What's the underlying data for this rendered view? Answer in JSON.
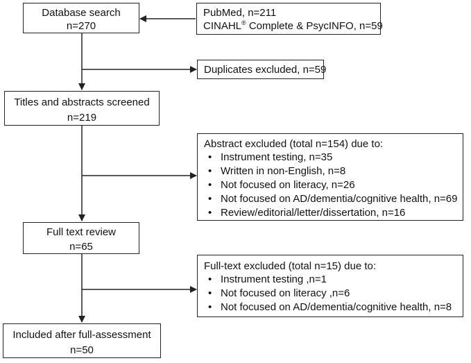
{
  "boxes": {
    "database_search": {
      "title": "Database search",
      "count": "n=270"
    },
    "sources": {
      "line1": "PubMed, n=211",
      "line2_a": "CINAHL",
      "line2_sup": "®",
      "line2_b": " Complete & PsycINFO, n=59"
    },
    "duplicates": {
      "text": "Duplicates excluded, n=59"
    },
    "screened": {
      "title": "Titles and abstracts screened",
      "count": "n=219"
    },
    "abstract_excluded": {
      "heading": "Abstract excluded (total n=154) due to:",
      "items": [
        "Instrument testing, n=35",
        "Written in non-English, n=8",
        "Not focused on literacy, n=26",
        "Not focused on AD/dementia/cognitive health, n=69",
        "Review/editorial/letter/dissertation, n=16"
      ]
    },
    "full_text_review": {
      "title": "Full text review",
      "count": "n=65"
    },
    "fulltext_excluded": {
      "heading": "Full-text excluded (total n=15) due to:",
      "items": [
        "Instrument testing ,n=1",
        "Not focused on literacy ,n=6",
        "Not focused on AD/dementia/cognitive health, n=8"
      ]
    },
    "included": {
      "title": "Included after full-assessment",
      "count": "n=50"
    }
  },
  "colors": {
    "line": "#222222",
    "background": "#ffffff"
  }
}
